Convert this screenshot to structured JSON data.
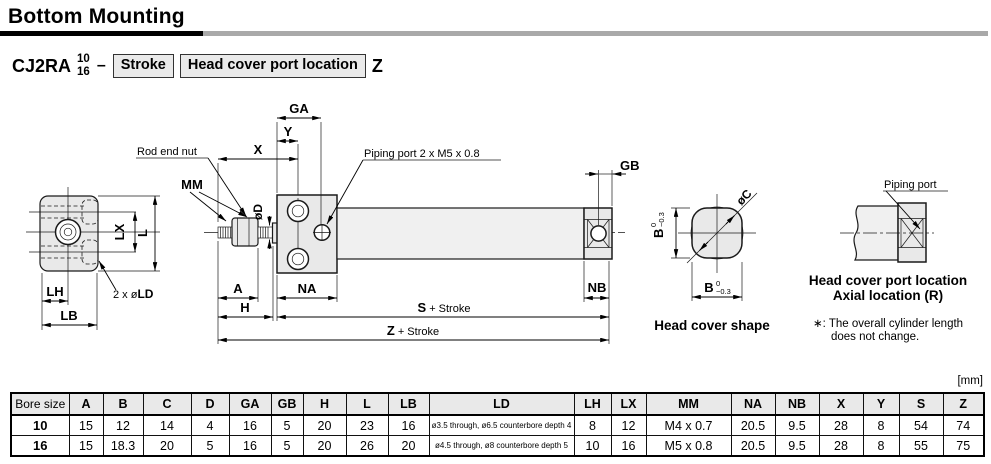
{
  "page": {
    "title": "Bottom Mounting"
  },
  "model": {
    "series": "CJ2RA",
    "bore_top": "10",
    "bore_bottom": "16",
    "dash": "–",
    "box_stroke": "Stroke",
    "box_port_location": "Head cover port location",
    "suffix": "Z"
  },
  "drawing": {
    "labels": {
      "ga": "GA",
      "y_dim": "Y",
      "x_dim": "X",
      "mm": "MM",
      "rod_end_nut": "Rod end nut",
      "piping_port_full": "Piping port 2 x M5 x 0.8",
      "od": "øD",
      "gb": "GB",
      "nb": "NB",
      "a_dim": "A",
      "h_dim": "H",
      "na": "NA",
      "s_dim": "S",
      "z_dim": "Z",
      "plus_stroke": "+ Stroke",
      "lx": "LX",
      "l_dim": "L",
      "lh": "LH",
      "lb": "LB",
      "ld_prefix": "2 x ø",
      "ld_bold": "LD",
      "b_dim": "B",
      "tol_upper": "0",
      "tol_lower": "−0.3",
      "oc": "øC",
      "piping_port": "Piping port"
    },
    "captions": {
      "head_cover_shape": "Head cover shape",
      "port_location_line1": "Head cover port location",
      "port_location_line2": "Axial location (R)",
      "note_line1": "∗: The overall cylinder length",
      "note_line2": "does not change."
    }
  },
  "table": {
    "unit": "[mm]",
    "columns": [
      "Bore size",
      "A",
      "B",
      "C",
      "D",
      "GA",
      "GB",
      "H",
      "L",
      "LB",
      "LD",
      "LH",
      "LX",
      "MM",
      "NA",
      "NB",
      "X",
      "Y",
      "S",
      "Z"
    ],
    "rows": [
      [
        "10",
        "15",
        "12",
        "14",
        "4",
        "16",
        "5",
        "20",
        "23",
        "16",
        "ø3.5 through, ø6.5 counterbore depth 4",
        "8",
        "12",
        "M4 x 0.7",
        "20.5",
        "9.5",
        "28",
        "8",
        "54",
        "74"
      ],
      [
        "16",
        "15",
        "18.3",
        "20",
        "5",
        "16",
        "5",
        "20",
        "26",
        "20",
        "ø4.5 through, ø8 counterbore depth 5",
        "10",
        "16",
        "M5 x 0.8",
        "20.5",
        "9.5",
        "28",
        "8",
        "55",
        "75"
      ]
    ]
  }
}
